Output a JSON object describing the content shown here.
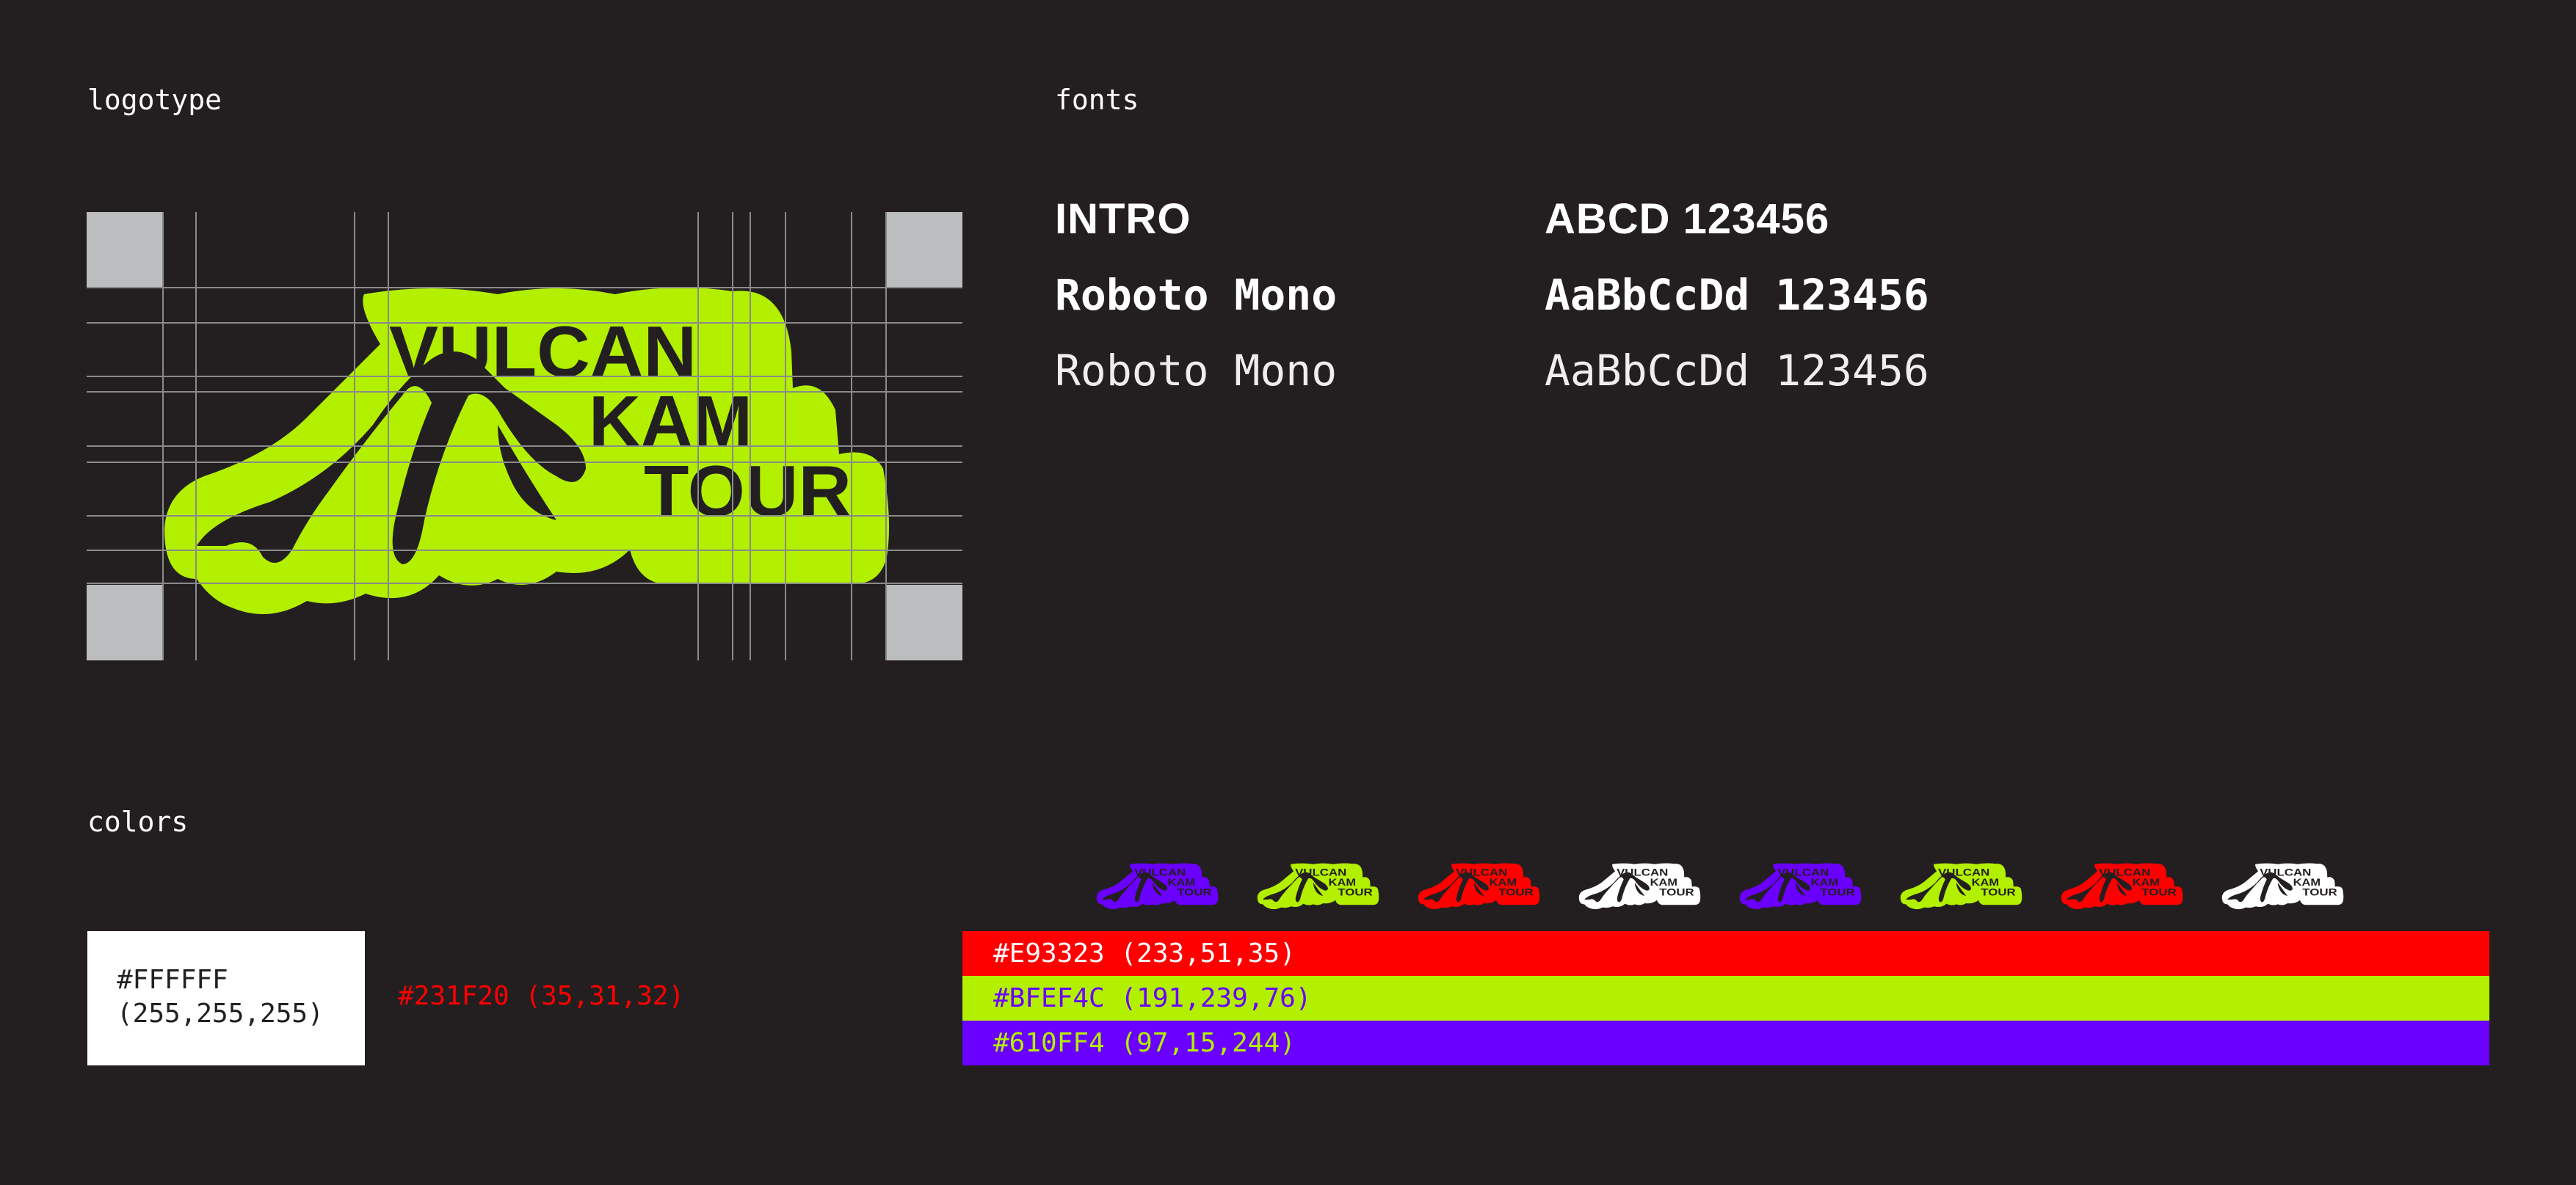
{
  "sections": {
    "logotype": "logotype",
    "fonts": "fonts",
    "colors": "colors"
  },
  "logo": {
    "line1": "VULCAN",
    "line2": "KAM",
    "line3": "TOUR",
    "color": "#B2F000"
  },
  "fonts": [
    {
      "name": "INTRO",
      "sample": "ABCD 123456"
    },
    {
      "name": "Roboto Mono",
      "sample": "AaBbCcDd 123456"
    },
    {
      "name": "Roboto Mono",
      "sample": "AaBbCcDd 123456"
    }
  ],
  "colors": {
    "white": {
      "hex": "#FFFFFF",
      "rgb": "(255,255,255)"
    },
    "dark": {
      "label": "#231F20 (35,31,32)"
    },
    "bars": [
      {
        "label": "#E93323 (233,51,35)",
        "fill": "#FF0000",
        "text_color": "#FFFFFF"
      },
      {
        "label": "#BFEF4C (191,239,76)",
        "fill": "#B2F000",
        "text_color": "#6A00FF"
      },
      {
        "label": "#610FF4 (97,15,244)",
        "fill": "#6A00FF",
        "text_color": "#B2F000"
      }
    ]
  },
  "mini_logos": [
    "#6A00FF",
    "#B2F000",
    "#FF0000",
    "#FFFFFF",
    "#6A00FF",
    "#B2F000",
    "#FF0000",
    "#FFFFFF"
  ]
}
